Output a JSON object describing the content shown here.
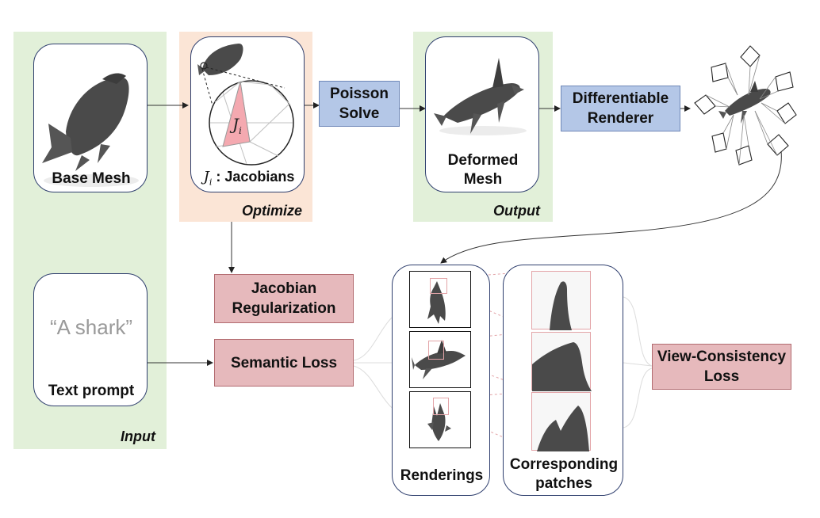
{
  "input": {
    "base_mesh_label": "Base Mesh",
    "prompt_text": "“A shark”",
    "prompt_label": "Text prompt",
    "section_label": "Input"
  },
  "optimize": {
    "jacobian_symbol": "J",
    "jacobian_subscript": "i",
    "jacobians_label": " : Jacobians",
    "section_label": "Optimize"
  },
  "poisson": {
    "label": "Poisson Solve"
  },
  "output": {
    "deformed_label": "Deformed Mesh",
    "section_label": "Output"
  },
  "renderer": {
    "label": "Differentiable Renderer"
  },
  "losses": {
    "jacobian_reg": "Jacobian Regularization",
    "semantic": "Semantic Loss",
    "view_consistency": "View-Consistency Loss"
  },
  "renderings_label": "Renderings",
  "patches_label": "Corresponding patches",
  "colors": {
    "input_bg": "#e2f0d9",
    "optimize_bg": "#fbe5d6",
    "output_bg": "#e2f0d9",
    "blue_box": "#b4c7e7",
    "pink_box": "#e6b9bc",
    "card_border": "#2f3f6e",
    "mesh_gray": "#4a4a4a",
    "jacobian_triangle": "#f4a9b0"
  }
}
